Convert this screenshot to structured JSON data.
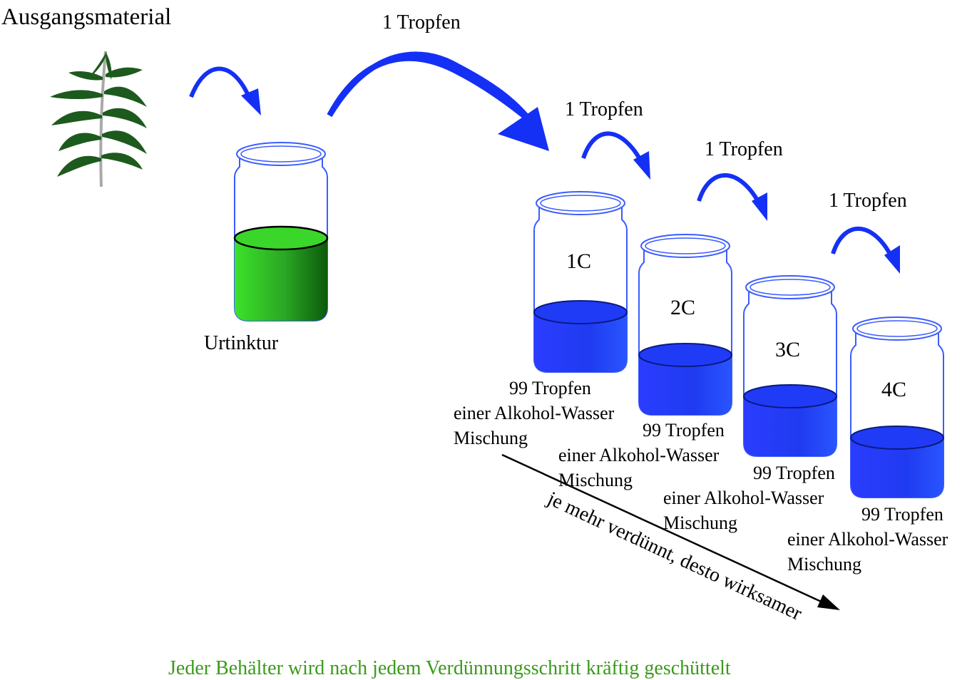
{
  "title": "Ausgangsmaterial",
  "source_label": "Urtinktur",
  "drop_label": "1 Tropfen",
  "dilutions": [
    {
      "label": "1C",
      "note": [
        "99 Tropfen",
        "einer Alkohol-Wasser",
        "Mischung"
      ]
    },
    {
      "label": "2C",
      "note": [
        "99 Tropfen",
        "einer Alkohol-Wasser",
        "Mischung"
      ]
    },
    {
      "label": "3C",
      "note": [
        "99 Tropfen",
        "einer Alkohol-Wasser",
        "Mischung"
      ]
    },
    {
      "label": "4C",
      "note": [
        "99 Tropfen",
        "einer Alkohol-Wasser",
        "Mischung"
      ]
    }
  ],
  "trend_text": "je mehr verdünnt, desto wirksamer",
  "footer": "Jeder Behälter wird nach jedem Verdünnungsschritt kräftig geschüttelt",
  "colors": {
    "tincture": "#2fb52a",
    "dilution": "#1f3cff",
    "arrow": "#1530f5",
    "plant": "#1d5a1d",
    "footer_text": "#3a9a1a"
  },
  "icons": [
    "plant-icon",
    "jar-icon",
    "curved-arrow-icon"
  ]
}
